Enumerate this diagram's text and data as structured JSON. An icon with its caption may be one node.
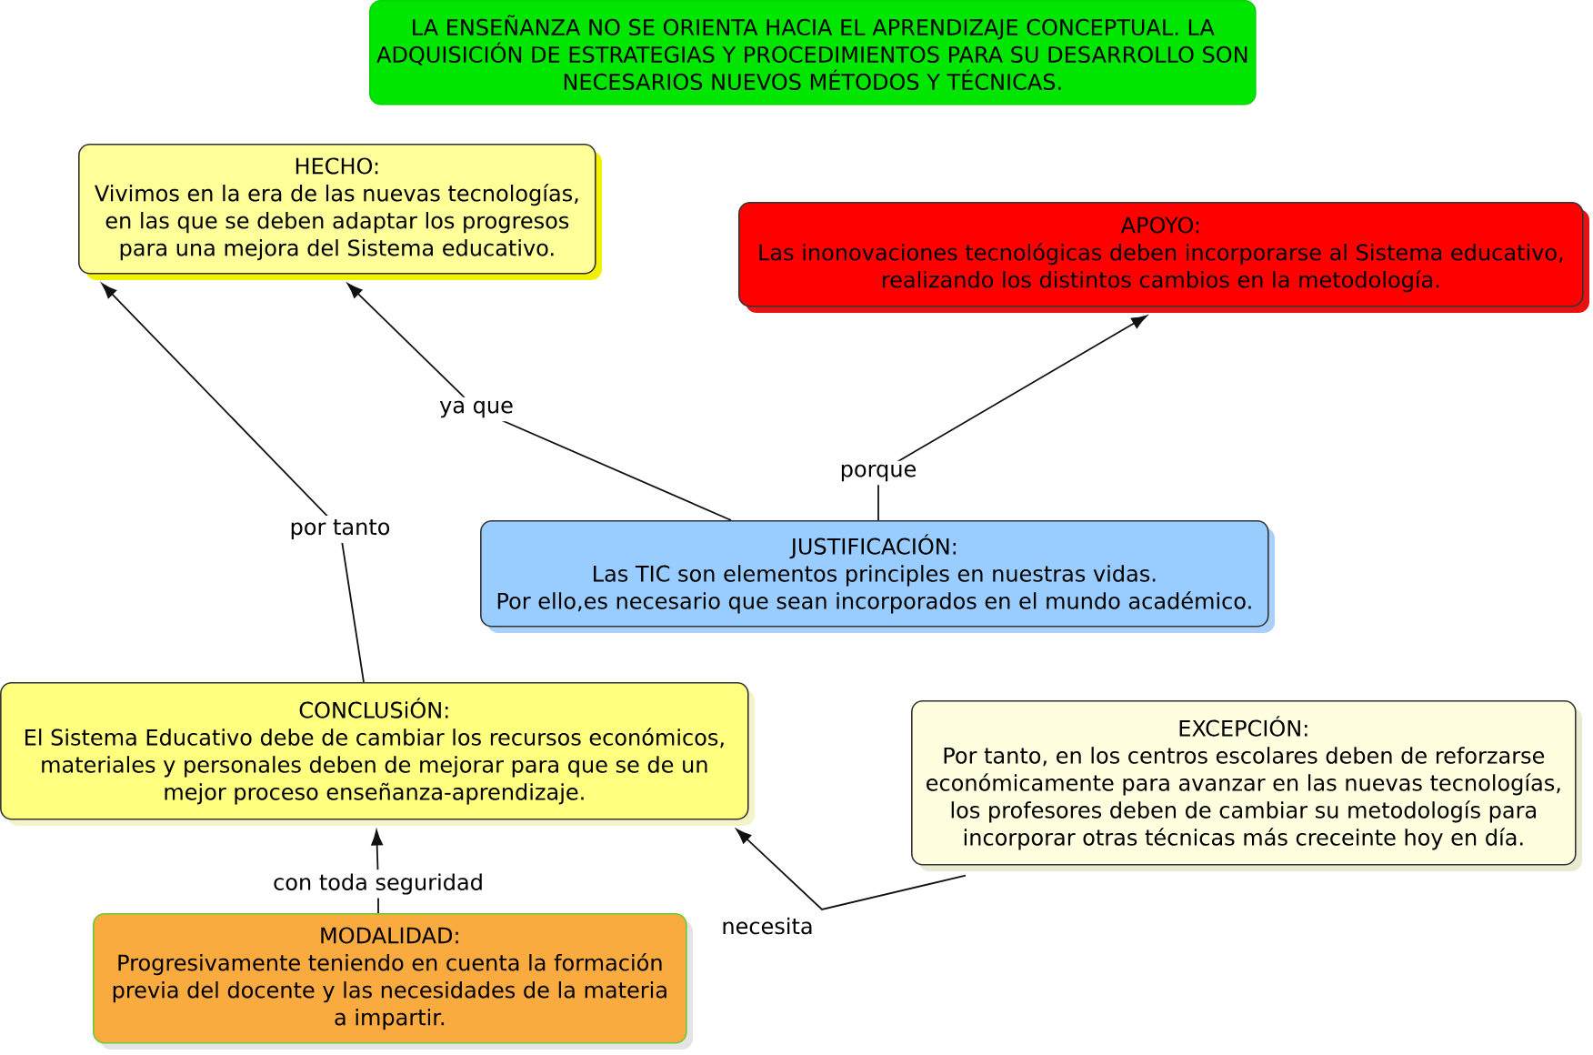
{
  "diagram": {
    "nodes": [
      {
        "text": [
          "LA ENSEÑANZA NO SE ORIENTA HACIA EL APRENDIZAJE CONCEPTUAL. LA ADQUISICIÓN DE ESTRATEGIAS Y PROCEDIMIENTOS PARA SU DESARROLLO SON NECESARIOS NUEVOS MÉTODOS Y TÉCNICAS."
        ]
      },
      {
        "text": [
          "HECHO:",
          "Vivimos en la era de las nuevas tecnologías, en las que se deben adaptar los progresos para una mejora del Sistema educativo."
        ]
      },
      {
        "text": [
          "APOYO:",
          "Las inonovaciones tecnológicas deben incorporarse al Sistema educativo, realizando los distintos cambios en la metodología."
        ]
      },
      {
        "text": [
          "JUSTIFICACIÓN:",
          "Las TIC son elementos principles en nuestras vidas.",
          "Por ello,es necesario que sean incorporados en el mundo académico."
        ]
      },
      {
        "text": [
          "CONCLUSiÓN:",
          "El Sistema Educativo debe de cambiar los recursos económicos, materiales y personales deben de mejorar para que se de un mejor proceso enseñanza-aprendizaje."
        ]
      },
      {
        "text": [
          "EXCEPCIÓN:",
          "Por tanto, en los centros escolares deben de reforzarse económicamente para avanzar en las nuevas tecnologías, los profesores deben de cambiar su metodologís para incorporar otras técnicas más creceinte hoy en día."
        ]
      },
      {
        "text": [
          "MODALIDAD:",
          "Progresivamente teniendo en cuenta la formación previa del docente y las necesidades de la materia a impartir."
        ]
      }
    ],
    "edges": [
      {
        "from": 3,
        "to": 1,
        "arrow": "to",
        "label": "ya que"
      },
      {
        "from": 3,
        "to": 2,
        "arrow": "to",
        "label": "porque"
      },
      {
        "from": 4,
        "to": 1,
        "arrow": "to",
        "label": "por tanto"
      },
      {
        "from": 6,
        "to": 4,
        "arrow": "to",
        "label": "con toda seguridad"
      },
      {
        "from": 5,
        "to": 4,
        "arrow": "to",
        "label": "necesita"
      }
    ]
  }
}
